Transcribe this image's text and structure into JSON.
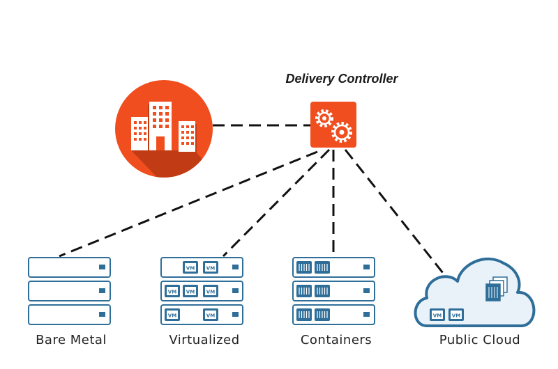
{
  "diagram": {
    "controller": {
      "title": "Delivery Controller",
      "icon": "gears-icon"
    },
    "enterprise": {
      "icon": "office-buildings-icon"
    },
    "targets": [
      {
        "label": "Bare Metal",
        "icon": "server-stack-icon"
      },
      {
        "label": "Virtualized",
        "icon": "vm-server-stack-icon"
      },
      {
        "label": "Containers",
        "icon": "container-server-stack-icon"
      },
      {
        "label": "Public Cloud",
        "icon": "cloud-icon"
      }
    ],
    "vm_tag": "VM",
    "colors": {
      "accent": "#f04e1e",
      "accent_dark": "#b83a14",
      "server_stroke": "#2e6e99",
      "server_fill": "#ffffff",
      "server_light": "#eaf3f9",
      "cloud_fill": "#e9f2f8",
      "line": "#111111"
    }
  }
}
